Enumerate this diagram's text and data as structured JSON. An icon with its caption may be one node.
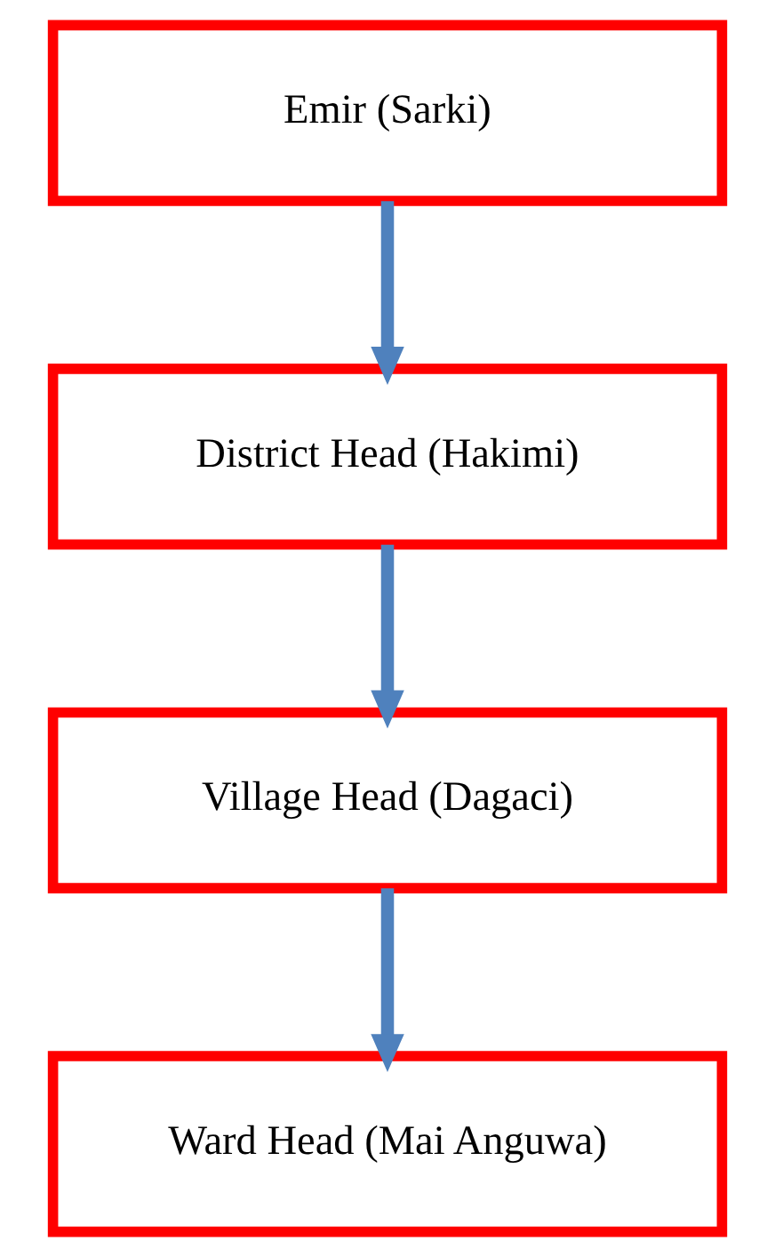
{
  "diagram": {
    "nodes": [
      {
        "text": [
          "Emir (Sarki)"
        ]
      },
      {
        "text": [
          "District Head (Hakimi)"
        ]
      },
      {
        "text": [
          "Village Head (Dagaci)"
        ]
      },
      {
        "text": [
          "Ward Head (Mai Anguwa)"
        ]
      }
    ],
    "edges": [
      {
        "from": 0,
        "to": 1,
        "arrow": "to"
      },
      {
        "from": 1,
        "to": 2,
        "arrow": "to"
      },
      {
        "from": 2,
        "to": 3,
        "arrow": "to"
      }
    ]
  }
}
